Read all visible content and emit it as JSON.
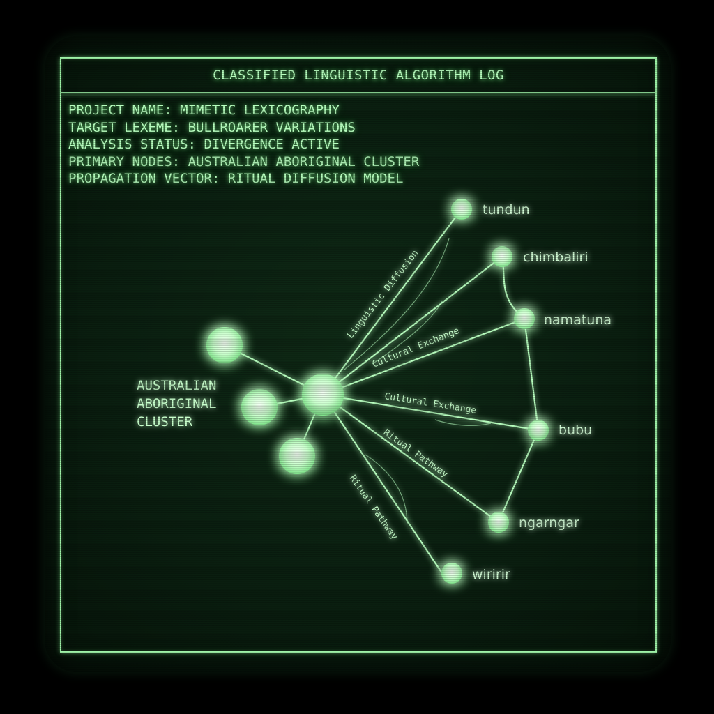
{
  "window": {
    "title": "CLASSIFIED LINGUISTIC ALGORITHM LOG"
  },
  "meta": {
    "project_name": "PROJECT NAME: MIMETIC LEXICOGRAPHY",
    "target_lexeme": "TARGET LEXEME: BULLROARER VARIATIONS",
    "analysis_status": "ANALYSIS STATUS: DIVERGENCE ACTIVE",
    "primary_nodes": "PRIMARY NODES: AUSTRALIAN ABORIGINAL CLUSTER",
    "propagation_vector": "PROPAGATION VECTOR: RITUAL DIFFUSION MODEL"
  },
  "diagram": {
    "cluster_label": [
      "AUSTRALIAN",
      "ABORIGINAL",
      "CLUSTER"
    ],
    "nodes": [
      "tundun",
      "chimbaliri",
      "namatuna",
      "bubu",
      "ngarngar",
      "wiririr"
    ],
    "edge_labels": {
      "linguistic_diffusion": "Linguistic Diffusion",
      "cultural_exchange_1": "Cultural Exchange",
      "cultural_exchange_2": "Cultural Exchange",
      "ritual_pathway_1": "Ritual Pathway",
      "ritual_pathway_2": "Ritual Pathway"
    },
    "glow_color": "#b8ffbf"
  }
}
